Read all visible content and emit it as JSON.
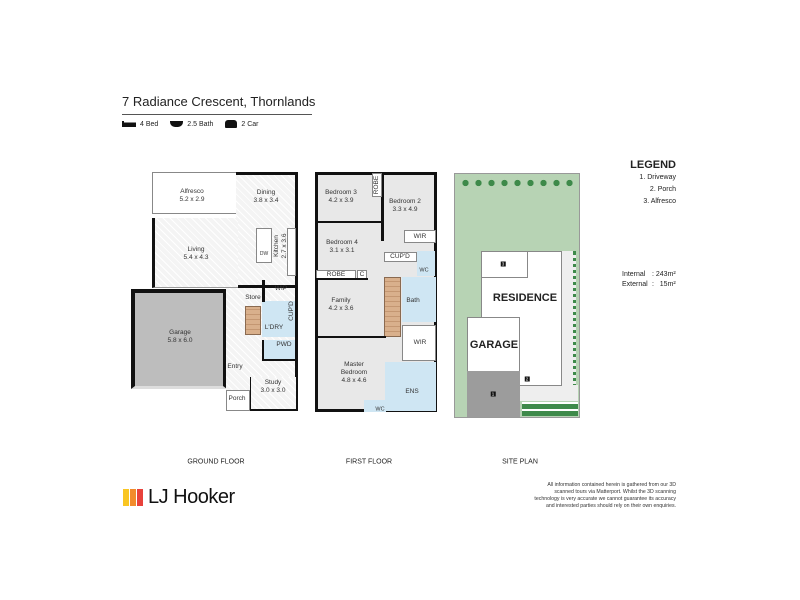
{
  "header": {
    "title": "7 Radiance Crescent, Thornlands",
    "features": [
      {
        "icon": "bed-icon",
        "label": "4 Bed"
      },
      {
        "icon": "bath-icon",
        "label": "2.5 Bath"
      },
      {
        "icon": "car-icon",
        "label": "2 Car"
      }
    ]
  },
  "ground_floor": {
    "caption": "GROUND FLOOR",
    "rooms": {
      "alfresco": [
        "Alfresco",
        "5.2 x 2.9"
      ],
      "dining": [
        "Dining",
        "3.8 x 3.4"
      ],
      "kitchen": [
        "Kitchen",
        "2.7 x 3.6"
      ],
      "living": [
        "Living",
        "5.4 x 4.3"
      ],
      "garage": [
        "Garage",
        "5.8 x 6.0"
      ],
      "study": [
        "Study",
        "3.0 x 3.0"
      ]
    },
    "labels": {
      "dw": "DW",
      "store": "Store",
      "wip": "WIP",
      "cupd": "CUP'D",
      "ldry": "L'DRY",
      "pwd": "PWD",
      "entry": "Entry",
      "porch": "Porch"
    }
  },
  "first_floor": {
    "caption": "FIRST FLOOR",
    "rooms": {
      "bed3": [
        "Bedroom 3",
        "4.2 x 3.9"
      ],
      "bed2": [
        "Bedroom 2",
        "3.3 x 4.9"
      ],
      "bed4": [
        "Bedroom 4",
        "3.1 x 3.1"
      ],
      "family": [
        "Family",
        "4.2 x 3.6"
      ],
      "master": [
        "Master",
        "Bedroom",
        "4.8 x 4.6"
      ]
    },
    "labels": {
      "robe1": "ROBE",
      "wir1": "WIR",
      "cupd": "CUP'D",
      "wc1": "WC",
      "robe2": "ROBE",
      "c": "C",
      "bath": "Bath",
      "wir2": "WIR",
      "ens": "ENS",
      "wc2": "WC"
    }
  },
  "site_plan": {
    "caption": "SITE PLAN",
    "residence": "RESIDENCE",
    "garage": "GARAGE",
    "markers": [
      "1",
      "2",
      "3"
    ]
  },
  "legend": {
    "title": "LEGEND",
    "items": [
      "1. Driveway",
      "2. Porch",
      "3. Alfresco"
    ],
    "internal_label": "Internal",
    "internal_value": ": 243m²",
    "external_label": "External",
    "external_value": ":   15m²"
  },
  "brand": {
    "name": "LJ Hooker",
    "colors": [
      "#f9c623",
      "#f28b2b",
      "#e8423b"
    ]
  },
  "disclaimer": [
    "All information contained herein is gathered from our 3D",
    "scanned tours via Matterport. Whilst the 3D scanning",
    "technology is very accurate we cannot guarantee its accuracy",
    "and interested parties should rely on their own enquiries."
  ]
}
